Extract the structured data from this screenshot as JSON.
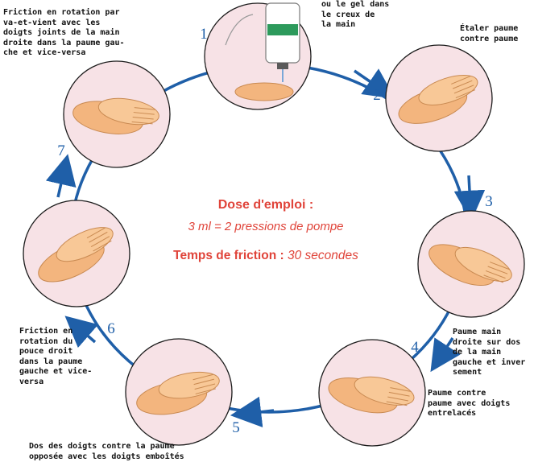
{
  "accent_color": "#e0443a",
  "arrow_color": "#1f5fa8",
  "circle_color": "#f7e2e6",
  "skin_color": "#f3b57e",
  "center": {
    "dose_title": "Dose d'emploi :",
    "dose_value": "3 ml = 2 pressions de pompe",
    "friction_label": "Temps de friction :",
    "friction_value": "30 secondes"
  },
  "steps": [
    {
      "number": "1",
      "caption": "ou le gel dans\nle creux de\nla main"
    },
    {
      "number": "2",
      "caption": "Étaler paume\ncontre paume"
    },
    {
      "number": "3",
      "caption": "Paume main\ndroite sur dos\nde la main\ngauche et inver\nsement"
    },
    {
      "number": "4",
      "caption": "Paume contre\npaume avec doigts\nentrelacés"
    },
    {
      "number": "5",
      "caption": "Dos des doigts contre la paume\nopposée avec les doigts emboîtés"
    },
    {
      "number": "6",
      "caption": "Friction en\nrotation du\npouce droit\ndans la paume\ngauche et vice-\nversa"
    },
    {
      "number": "7",
      "caption": "Friction en rotation par\nva-et-vient avec les\ndoigts joints de la main\ndroite dans la paume gau-\nche et vice-versa"
    }
  ]
}
